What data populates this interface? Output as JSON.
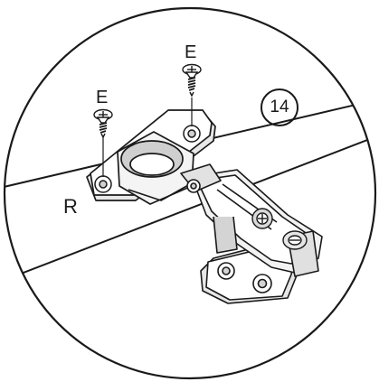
{
  "step": {
    "number": "14"
  },
  "labels": {
    "screw_left": "E",
    "screw_right": "E",
    "hinge": "R"
  },
  "colors": {
    "line": "#1a1a1a",
    "part_fill": "#ffffff",
    "shade": "#d4d4d4",
    "panel": "#ffffff"
  },
  "icons": {
    "screw": "countersunk-phillips-screw",
    "hinge": "concealed-cabinet-hinge"
  }
}
